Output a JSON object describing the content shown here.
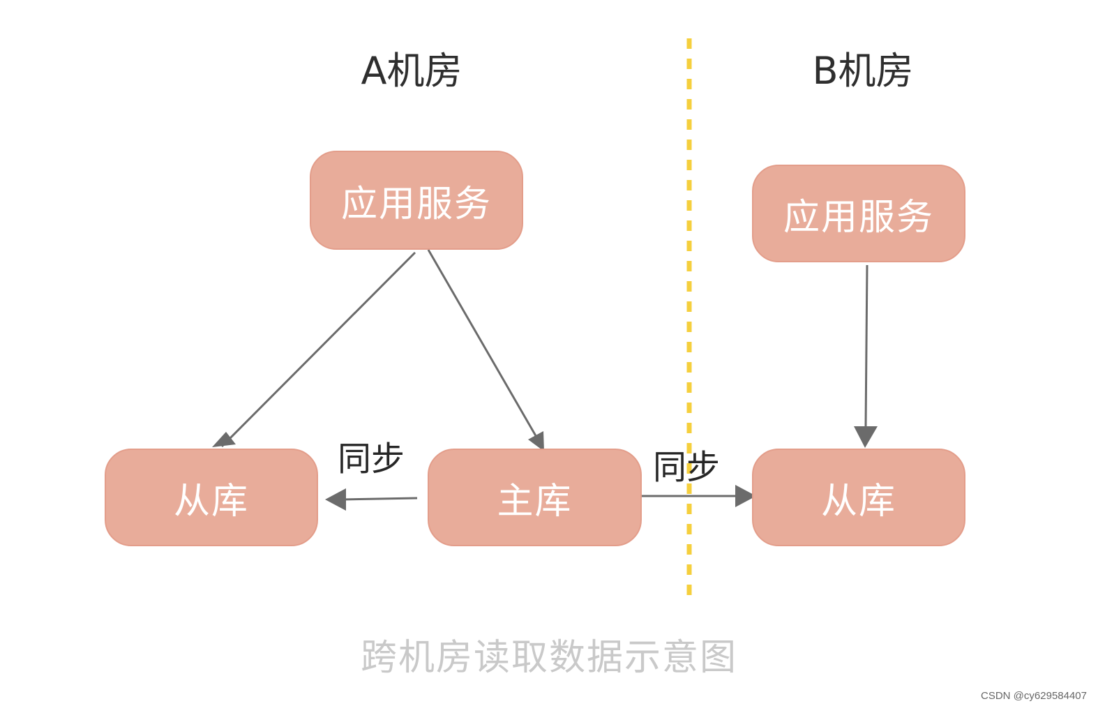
{
  "rooms": {
    "a": {
      "title": "A机房",
      "app_service": "应用服务",
      "master_db": "主库",
      "slave_db": "从库"
    },
    "b": {
      "title": "B机房",
      "app_service": "应用服务",
      "slave_db": "从库"
    }
  },
  "sync_labels": {
    "local": "同步",
    "cross_room": "同步"
  },
  "caption": "跨机房读取数据示意图",
  "watermark": "CSDN @cy629584407",
  "colors": {
    "node_fill": "#e8ac9a",
    "node_text": "#ffffff",
    "arrow": "#6b6b6b",
    "divider": "#f5cf3d",
    "caption": "#c9c9c9"
  }
}
